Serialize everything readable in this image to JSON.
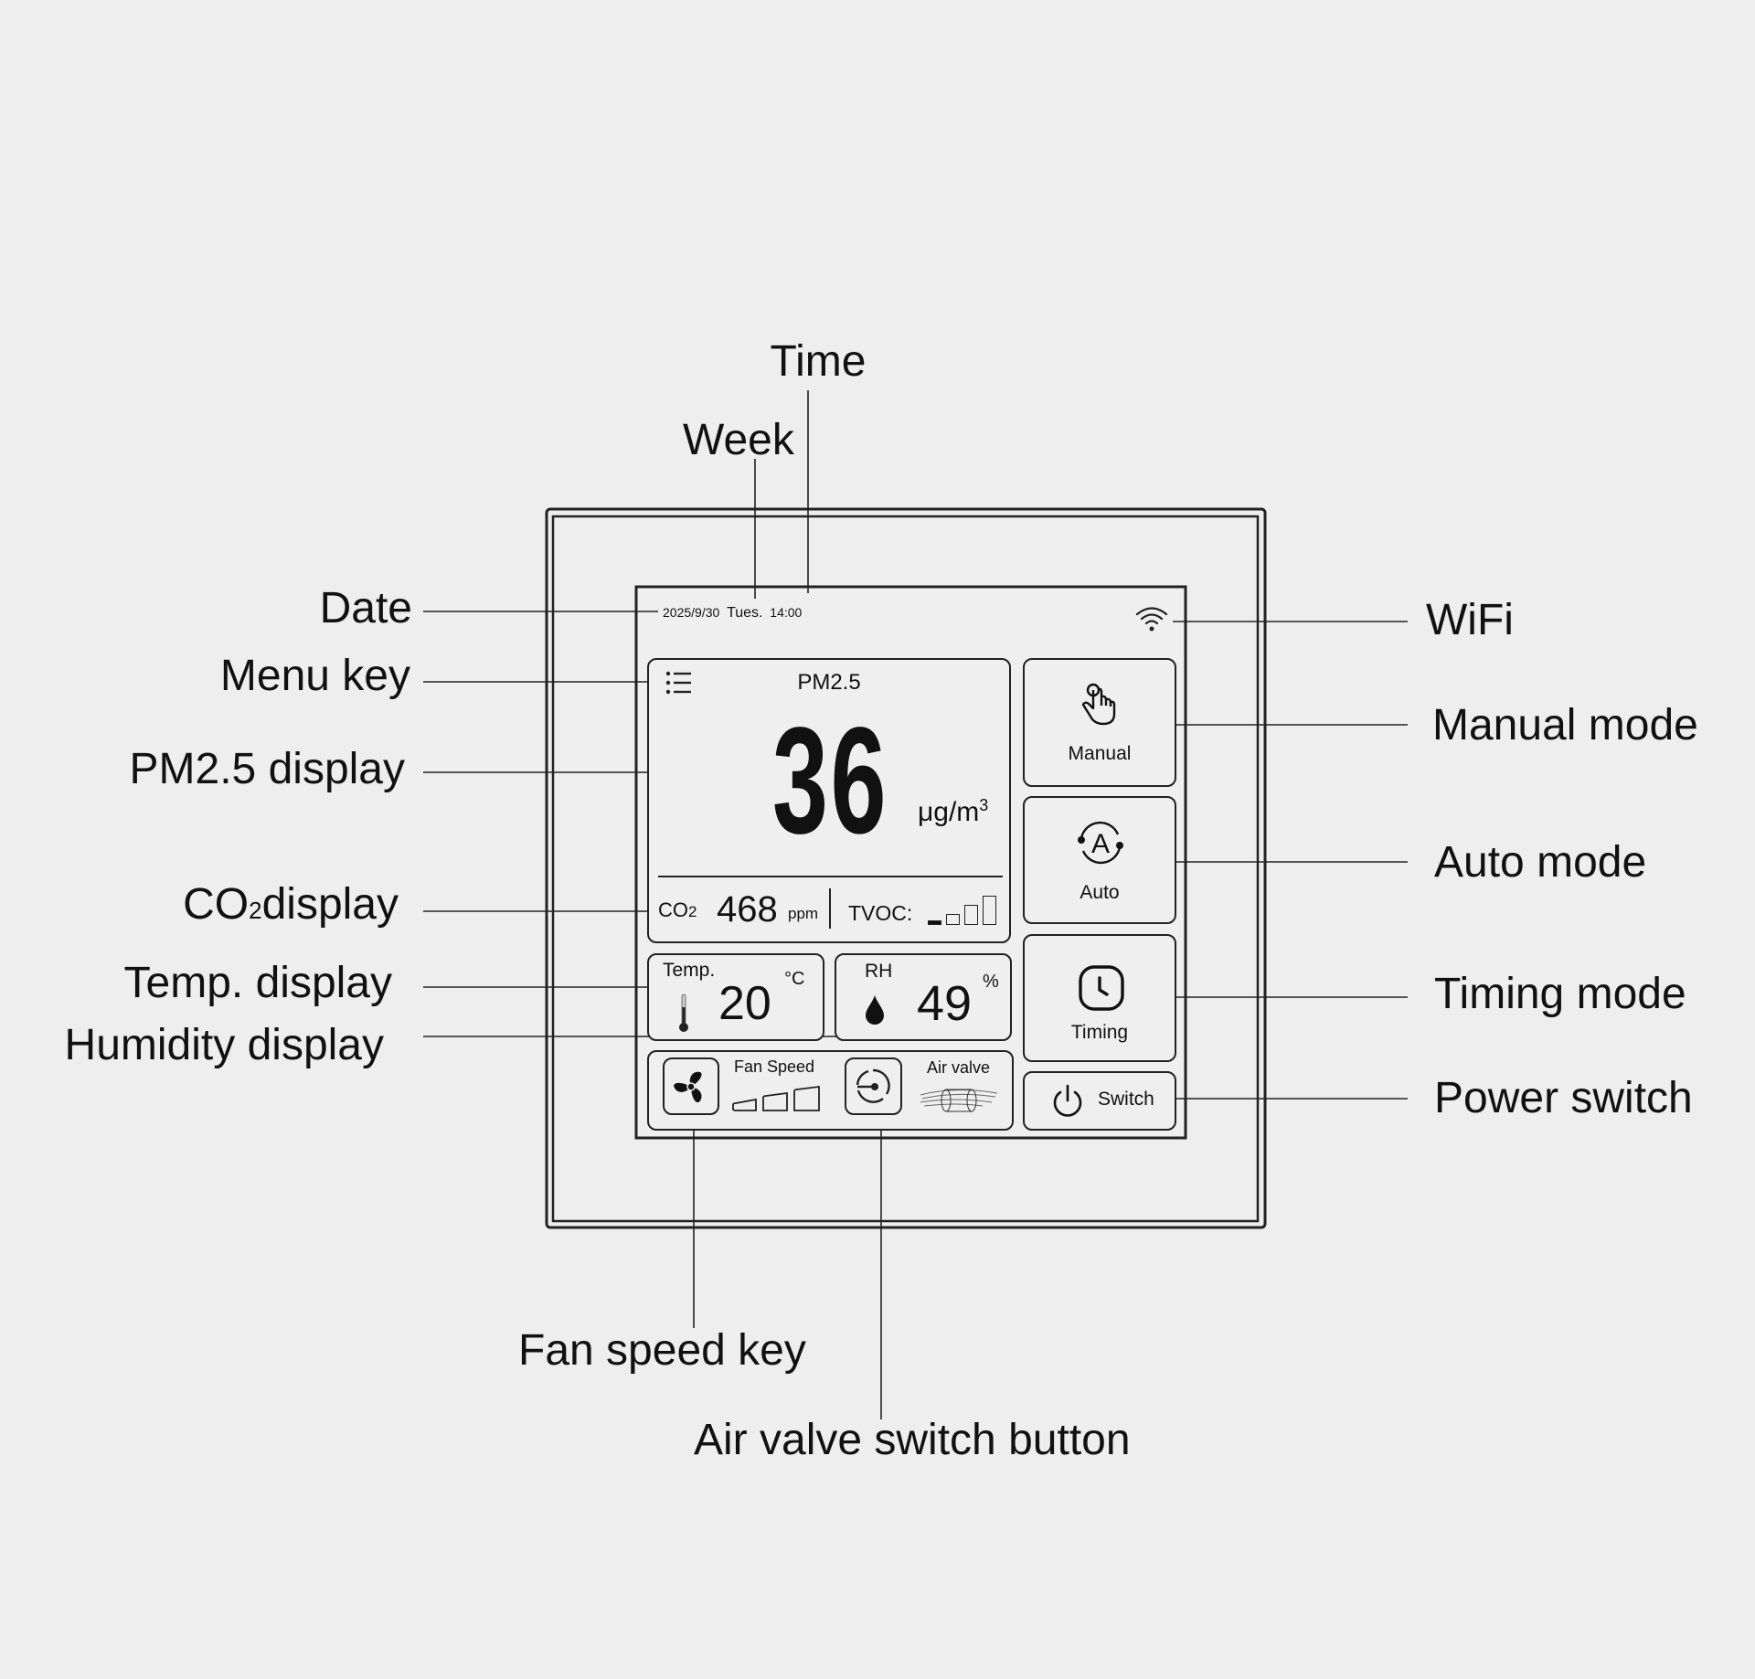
{
  "callouts": {
    "time": "Time",
    "week": "Week",
    "date": "Date",
    "menu_key": "Menu key",
    "pm25_display": "PM2.5 display",
    "co2_display_main": "CO",
    "co2_display_sub": "2",
    "co2_display_rest": "display",
    "temp_display": "Temp. display",
    "humidity_display": "Humidity display",
    "wifi": "WiFi",
    "manual_mode": "Manual mode",
    "auto_mode": "Auto mode",
    "timing_mode": "Timing mode",
    "power_switch": "Power switch",
    "fan_speed_key": "Fan speed key",
    "air_valve_switch": "Air valve switch button"
  },
  "screen": {
    "date": "2025/9/30",
    "week": "Tues.",
    "time": "14:00",
    "pm25": {
      "label": "PM2.5",
      "value": "36",
      "unit": "μg/m",
      "unit_sup": "3"
    },
    "co2": {
      "label": "CO",
      "label_sub": "2",
      "value": "468",
      "unit": "ppm"
    },
    "tvoc": {
      "label": "TVOC:",
      "level": 1,
      "levels": 4
    },
    "temp": {
      "label": "Temp.",
      "value": "20",
      "unit": "°C"
    },
    "rh": {
      "label": "RH",
      "value": "49",
      "unit": "%"
    },
    "fan": {
      "label": "Fan Speed",
      "level": 0,
      "levels": 3
    },
    "valve": {
      "label": "Air valve"
    },
    "modes": {
      "manual": "Manual",
      "auto": "Auto",
      "auto_glyph": "A",
      "timing": "Timing",
      "switch": "Switch"
    }
  },
  "icons": [
    "wifi-icon",
    "menu-icon",
    "thermometer-icon",
    "droplet-icon",
    "fan-icon",
    "air-valve-icon",
    "hand-tap-icon",
    "auto-cycle-icon",
    "clock-icon",
    "power-icon"
  ]
}
